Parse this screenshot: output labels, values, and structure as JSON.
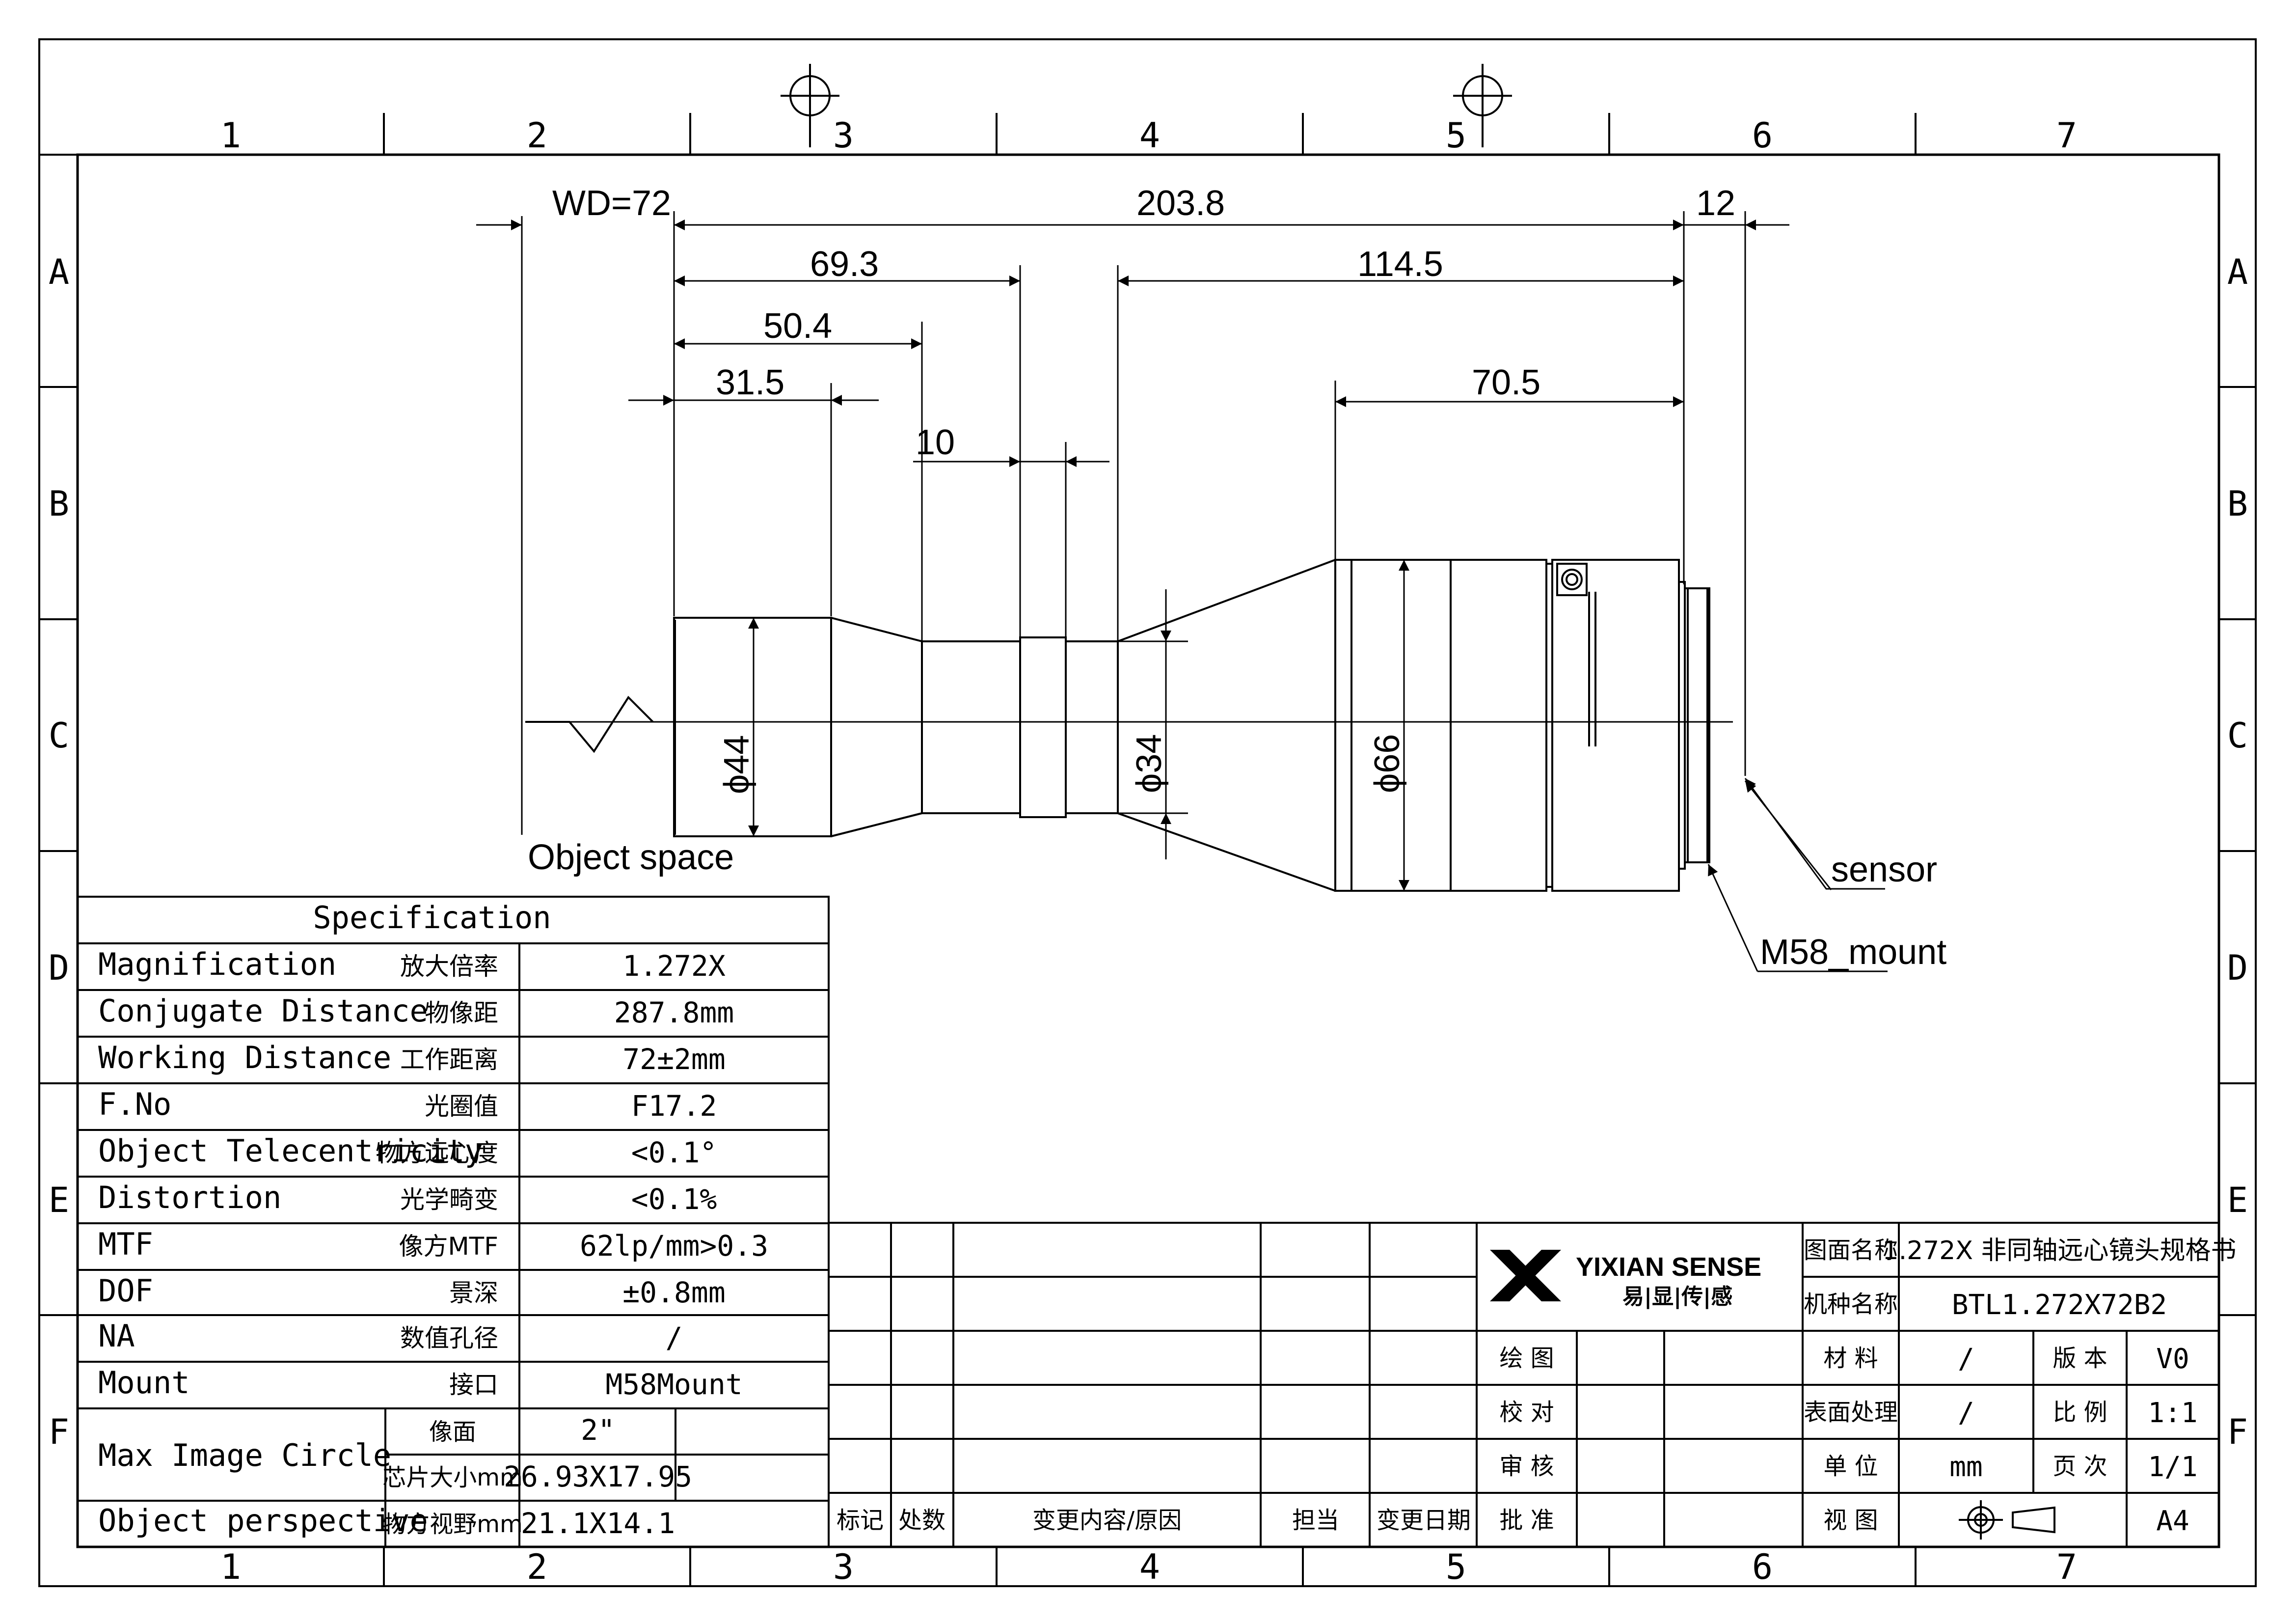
{
  "frame": {
    "cols": [
      "1",
      "2",
      "3",
      "4",
      "5",
      "6",
      "7"
    ],
    "rows": [
      "A",
      "B",
      "C",
      "D",
      "E",
      "F"
    ]
  },
  "dimensions": {
    "wd": "WD=72",
    "total": "203.8",
    "flange": "12",
    "d69": "69.3",
    "d114": "114.5",
    "d50": "50.4",
    "d31": "31.5",
    "d70": "70.5",
    "d10": "10",
    "dia44": "ϕ44",
    "dia34": "ϕ34",
    "dia66": "ϕ66"
  },
  "labels": {
    "object_space": "Object space",
    "sensor": "sensor",
    "mount": "M58_mount"
  },
  "spec": {
    "title": "Specification",
    "rows": [
      {
        "en": "Magnification",
        "cn": "放大倍率",
        "value": "1.272X"
      },
      {
        "en": "Conjugate Distance",
        "cn": "物像距",
        "value": "287.8mm"
      },
      {
        "en": "Working Distance",
        "cn": "工作距离",
        "value": "72±2mm"
      },
      {
        "en": "F.No",
        "cn": "光圈值",
        "value": "F17.2"
      },
      {
        "en": "Object Telecentricity",
        "cn": "物方远心度",
        "value": "<0.1°"
      },
      {
        "en": "Distortion",
        "cn": "光学畸变",
        "value": "<0.1%"
      },
      {
        "en": "MTF",
        "cn": "像方MTF",
        "value": "62lp/mm>0.3"
      },
      {
        "en": "DOF",
        "cn": "景深",
        "value": "±0.8mm"
      },
      {
        "en": "NA",
        "cn": "数值孔径",
        "value": "/"
      },
      {
        "en": "Mount",
        "cn": "接口",
        "value": "M58Mount"
      }
    ],
    "max_image": {
      "en": "Max Image Circle",
      "sub1": "像面",
      "val1": "2\"",
      "sub2": "芯片大小mm",
      "val2": "26.93X17.95"
    },
    "perspective": {
      "en": "Object perspective",
      "cn": "物方视野mm",
      "value": "21.1X14.1"
    }
  },
  "revision": {
    "headers": [
      "标记",
      "处数",
      "变更内容/原因",
      "担当",
      "变更日期"
    ]
  },
  "title_block": {
    "brand": "YIXIAN SENSE",
    "brand_cn": "易|显|传|感",
    "drawing_name_label": "图面名称",
    "drawing_name": "1.272X 非同轴远心镜头规格书",
    "model_label": "机种名称",
    "model": "BTL1.272X72B2",
    "approvals": [
      "绘 图",
      "校 对",
      "审 核",
      "批 准"
    ],
    "material_label": "材 料",
    "material": "/",
    "version_label": "版 本",
    "version": "V0",
    "surface_label": "表面处理",
    "surface": "/",
    "scale_label": "比 例",
    "scale": "1:1",
    "unit_label": "单 位",
    "unit": "mm",
    "page_label": "页 次",
    "page": "1/1",
    "view_label": "视 图",
    "paper": "A4"
  }
}
